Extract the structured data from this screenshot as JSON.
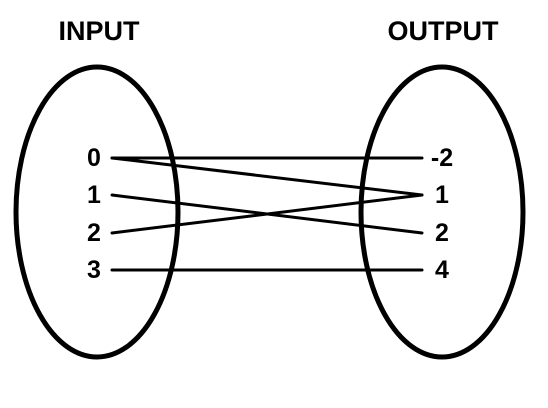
{
  "headings": {
    "input": "INPUT",
    "output": "OUTPUT"
  },
  "inputs": [
    "0",
    "1",
    "2",
    "3"
  ],
  "outputs": [
    "-2",
    "1",
    "2",
    "4"
  ],
  "mappings": [
    {
      "from": "0",
      "to": "-2"
    },
    {
      "from": "0",
      "to": "1"
    },
    {
      "from": "1",
      "to": "2"
    },
    {
      "from": "2",
      "to": "1"
    },
    {
      "from": "3",
      "to": "4"
    }
  ],
  "colors": {
    "stroke": "#000000",
    "background": "#ffffff"
  }
}
